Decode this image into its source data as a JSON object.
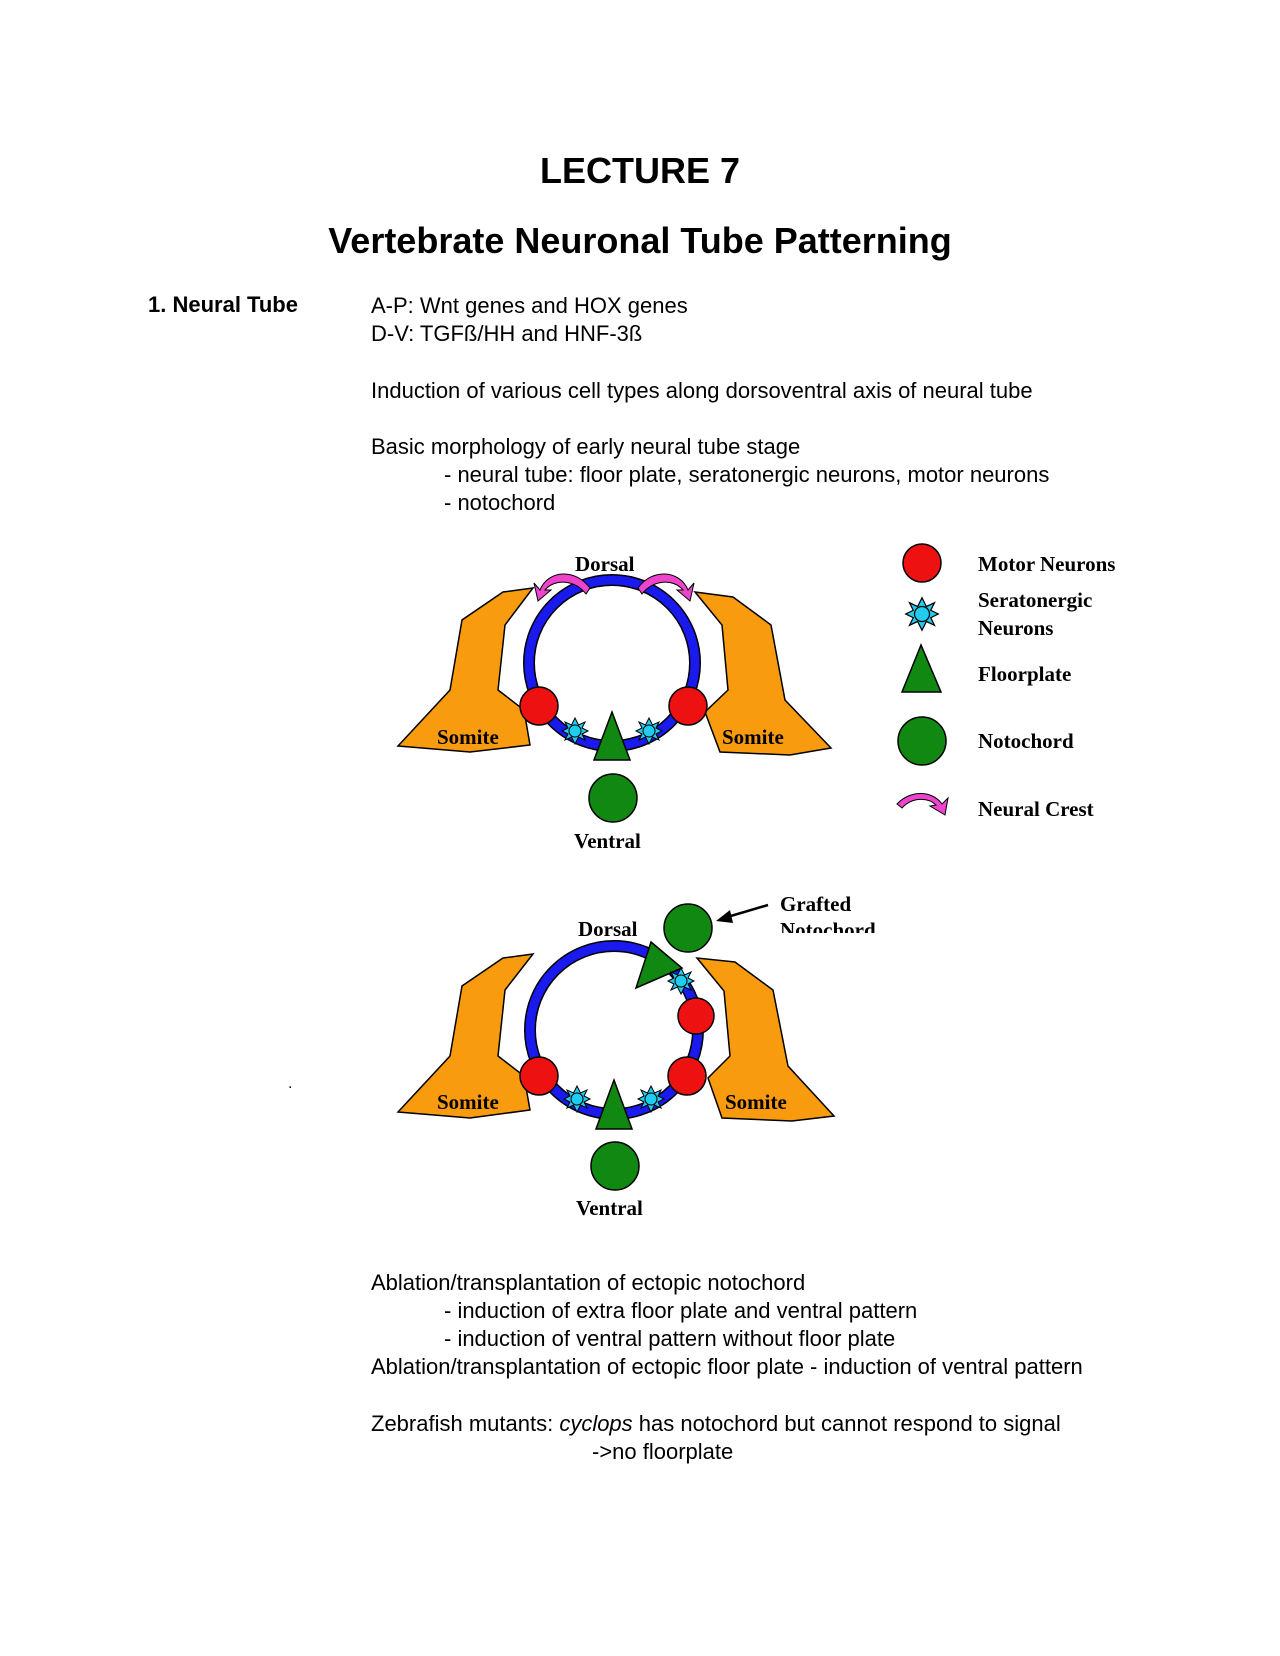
{
  "title": "LECTURE 7",
  "subtitle": "Vertebrate Neuronal Tube Patterning",
  "section": {
    "label": "1. Neural Tube",
    "ap": "A-P: Wnt genes and HOX genes",
    "dv": "D-V:  TGFß/HH and HNF-3ß",
    "induction": "Induction of various cell types along dorsoventral axis of neural tube",
    "morph_heading": "Basic morphology of early neural tube stage",
    "morph_item1": "- neural tube: floor plate, seratonergic neurons, motor neurons",
    "morph_item2": "- notochord"
  },
  "figure1": {
    "dorsal": "Dorsal",
    "ventral": "Ventral",
    "somite_left": "Somite",
    "somite_right": "Somite"
  },
  "legend": {
    "motor_neurons": "Motor Neurons",
    "seratonergic_line1": "Seratonergic",
    "seratonergic_line2": "Neurons",
    "floorplate": "Floorplate",
    "notochord": "Notochord",
    "neural_crest": "Neural Crest"
  },
  "figure2": {
    "dorsal": "Dorsal",
    "ventral": "Ventral",
    "somite_left": "Somite",
    "somite_right": "Somite",
    "grafted_line1": "Grafted",
    "grafted_line2": "Notochord",
    "stray_dot": "."
  },
  "after": {
    "ablation1": "Ablation/transplantation of ectopic notochord",
    "ablation1_item1": "- induction of extra floor plate and ventral pattern",
    "ablation1_item2": "- induction of ventral pattern without floor plate",
    "ablation2": "Ablation/transplantation of ectopic floor plate - induction of ventral pattern",
    "zebrafish_prefix": "Zebrafish mutants: ",
    "zebrafish_italic": "cyclops",
    "zebrafish_suffix": " has notochord but cannot respond to signal",
    "zebrafish_result": "->no floorplate"
  },
  "colors": {
    "motor_neuron": "#ee1111",
    "seratonergic": "#22ccee",
    "floorplate": "#118811",
    "notochord": "#118811",
    "neural_crest": "#ee44cc",
    "neural_tube": "#1a1aee",
    "somite": "#f99b0e"
  }
}
